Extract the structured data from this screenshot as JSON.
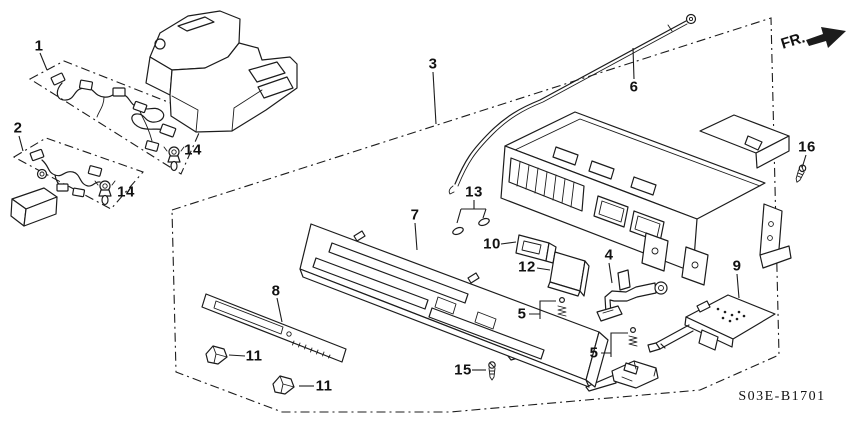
{
  "colors": {
    "ink": "#1c1c1c",
    "paper": "#ffffff"
  },
  "figure": {
    "code": "S03E-B1701",
    "orientation": "FR."
  },
  "callouts": [
    {
      "label": "1"
    },
    {
      "label": "2"
    },
    {
      "label": "3"
    },
    {
      "label": "4"
    },
    {
      "label": "5"
    },
    {
      "label": "5"
    },
    {
      "label": "6"
    },
    {
      "label": "7"
    },
    {
      "label": "8"
    },
    {
      "label": "9"
    },
    {
      "label": "10"
    },
    {
      "label": "11"
    },
    {
      "label": "11"
    },
    {
      "label": "12"
    },
    {
      "label": "13"
    },
    {
      "label": "14"
    },
    {
      "label": "14"
    },
    {
      "label": "15"
    },
    {
      "label": "16"
    }
  ]
}
